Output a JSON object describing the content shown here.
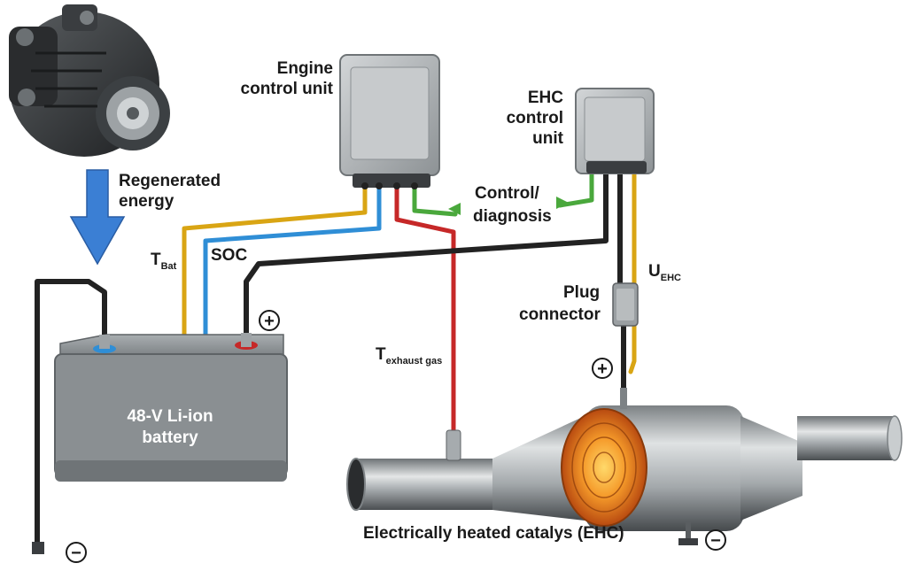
{
  "labels": {
    "ecu_line1": "Engine",
    "ecu_line2": "control unit",
    "ehc_line1": "EHC",
    "ehc_line2": "control",
    "ehc_line3": "unit",
    "regen_line1": "Regenerated",
    "regen_line2": "energy",
    "t_bat_main": "T",
    "t_bat_sub": "Bat",
    "soc": "SOC",
    "control_line1": "Control/",
    "control_line2": "diagnosis",
    "u_ehc_main": "U",
    "u_ehc_sub": "EHC",
    "plug_line1": "Plug",
    "plug_line2": "connector",
    "t_exhaust_main": "T",
    "t_exhaust_sub": "exhaust gas",
    "battery_line1": "48-V Li-ion",
    "battery_line2": "battery",
    "ehc_caption": "Electrically heated catalys (EHC)",
    "plus_symbol": "+",
    "minus_symbol": "−"
  },
  "colors": {
    "wire_yellow": "#d9a514",
    "wire_blue": "#2f8ed6",
    "wire_red": "#c62828",
    "wire_green": "#4aa83c",
    "wire_black": "#222222",
    "arrow_blue": "#3b7fd4",
    "battery_body": "#8a8f92",
    "module_body": "#b9bdbf",
    "heat_core": "#f07d1a"
  }
}
